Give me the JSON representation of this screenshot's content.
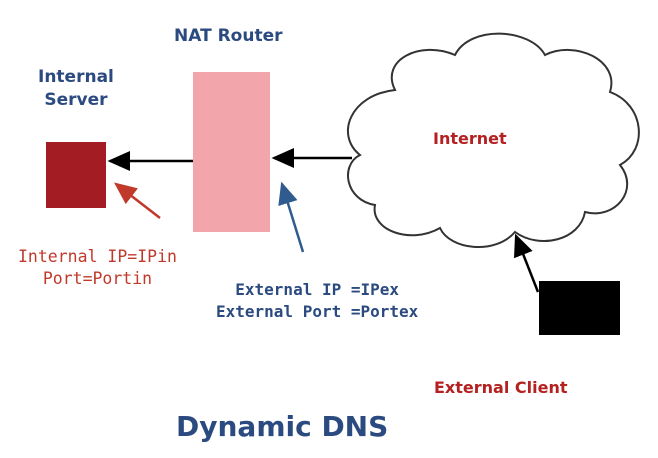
{
  "labels": {
    "nat_router": "NAT Router",
    "internal_server_line1": "Internal",
    "internal_server_line2": "Server",
    "internet": "Internet",
    "internal_ip": "Internal IP=IPin",
    "internal_port": "Port=Portin",
    "external_ip": "External IP =IPex",
    "external_port": "External Port =Portex",
    "external_client": "External Client"
  },
  "caption": "Dynamic DNS",
  "colors": {
    "server_box": "#a31c24",
    "router_box": "#f2a6ab",
    "client_box": "#000000",
    "navy_text": "#2b4a80",
    "red_text": "#b52020",
    "red_arrow": "#c0392b",
    "blue_arrow": "#2f5b8f",
    "black_arrow": "#000000"
  }
}
